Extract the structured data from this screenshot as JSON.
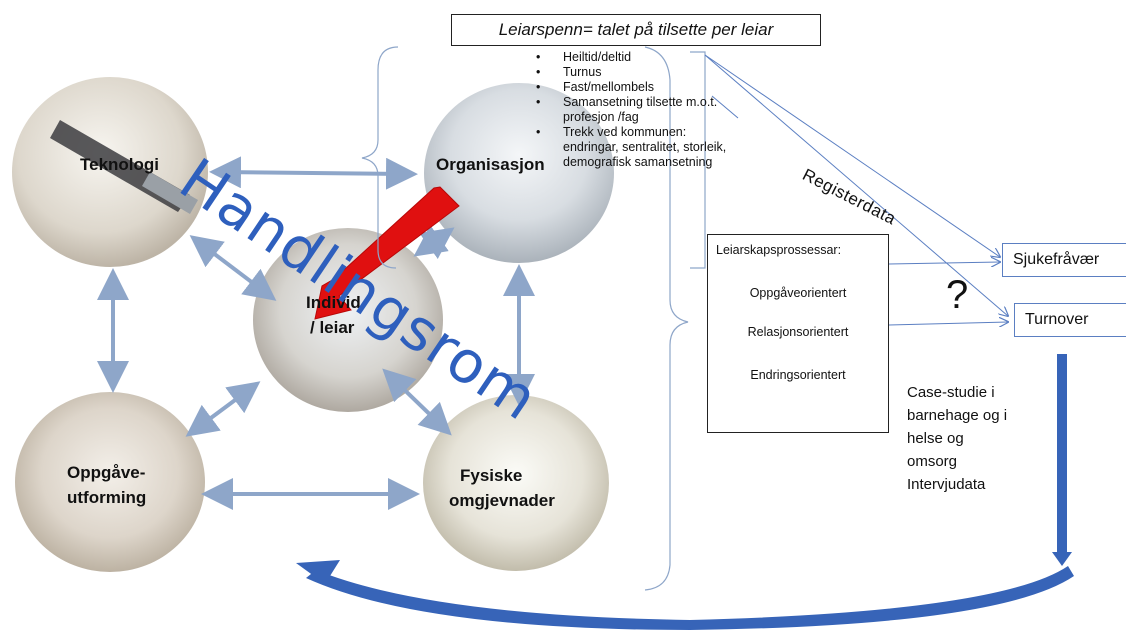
{
  "title": "Leiarspenn= talet på tilsette per leiar",
  "bullets": [
    "Heiltid/deltid",
    "Turnus",
    "Fast/mellombels",
    "Samansetning tilsette m.o.t.",
    "profesjon /fag",
    "Trekk ved kommunen:",
    "endringar, sentralitet, storleik,",
    "demografisk samansetning"
  ],
  "nodes": {
    "teknologi": "Teknologi",
    "organisasjon": "Organisasjon",
    "individ_line1": "Individ",
    "individ_line2": "/ leiar",
    "oppgave_line1": "Oppgåve-",
    "oppgave_line2": "utforming",
    "fysiske_line1": "Fysiske",
    "fysiske_line2": "omgjevnader"
  },
  "overlay_text": "Handlingsrom",
  "registerdata": "Registerdata",
  "process_box": {
    "title": "Leiarskapsprossessar:",
    "items": [
      "Oppgåveorientert",
      "Relasjonsorientert",
      "Endringsorientert"
    ]
  },
  "outcomes": [
    "Sjukefråvær",
    "Turnover"
  ],
  "question_mark": "?",
  "case_study": [
    "Case-studie i",
    "barnehage og i",
    "helse og",
    "omsorg",
    "Intervjudata"
  ],
  "colors": {
    "arrow_gray_blue": "#8ea6c9",
    "big_arrow_blue": "#3764b8",
    "red_arrow": "#e01010",
    "overlay_blue": "#2e5fbd",
    "thin_line_blue": "#5b7fc2"
  }
}
